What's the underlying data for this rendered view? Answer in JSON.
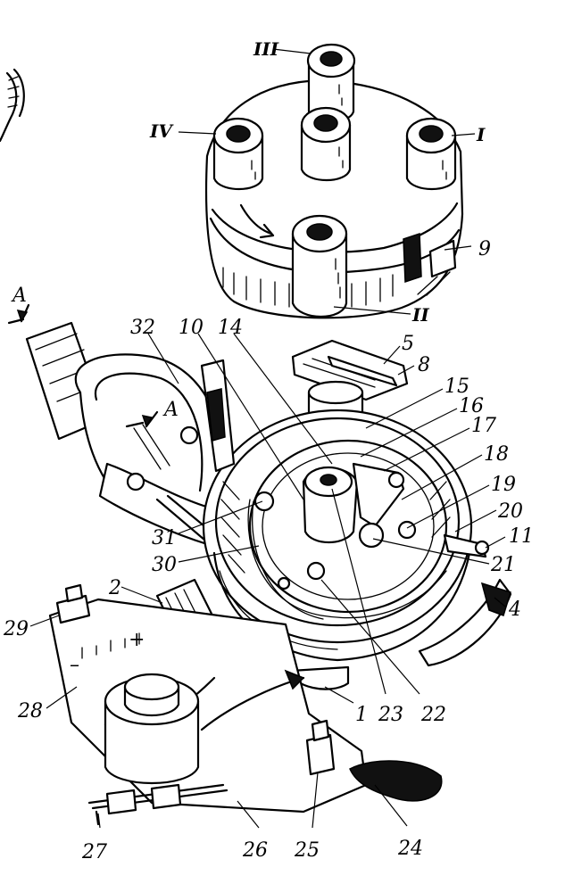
{
  "labels": {
    "l1": "1",
    "l2": "2",
    "l4": "4",
    "l5": "5",
    "l8": "8",
    "l9": "9",
    "l10": "10",
    "l11": "11",
    "l14": "14",
    "l15": "15",
    "l16": "16",
    "l17": "17",
    "l18": "18",
    "l19": "19",
    "l20": "20",
    "l21": "21",
    "l22": "22",
    "l23": "23",
    "l24": "24",
    "l25": "25",
    "l26": "26",
    "l27": "27",
    "l28": "28",
    "l29": "29",
    "l30": "30",
    "l31": "31",
    "l32": "32"
  },
  "roman": {
    "r1": "I",
    "r2": "II",
    "r3": "III",
    "r4": "IV"
  },
  "section": {
    "a_outer": "A",
    "a_inner": "A"
  },
  "scale": {
    "minus": "–",
    "plus": "+"
  }
}
